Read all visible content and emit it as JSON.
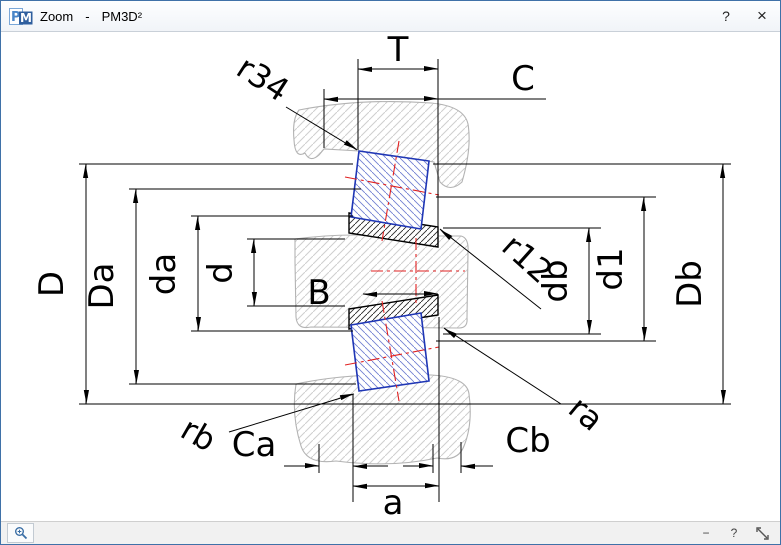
{
  "window": {
    "title_app": "Zoom",
    "title_sep": "-",
    "title_doc": "PM3D²",
    "logo_p": "P",
    "logo_m": "M",
    "help": "?",
    "close": "×"
  },
  "statusbar": {
    "collapse": "−",
    "help": "?"
  },
  "colors": {
    "window_border": "#3f71a8",
    "roller_outline": "#1f36b5",
    "centerline_red": "#e02020",
    "hatch_gray": "#cfcfcf"
  },
  "diagram": {
    "labels": {
      "T": "T",
      "C": "C",
      "r34": "r34",
      "D": "D",
      "Da": "Da",
      "da": "da",
      "d": "d",
      "B": "B",
      "r12": "r12",
      "db": "db",
      "d1": "d1",
      "Db": "Db",
      "rb": "rb",
      "Ca": "Ca",
      "Cb": "Cb",
      "ra": "ra",
      "a": "a"
    }
  }
}
